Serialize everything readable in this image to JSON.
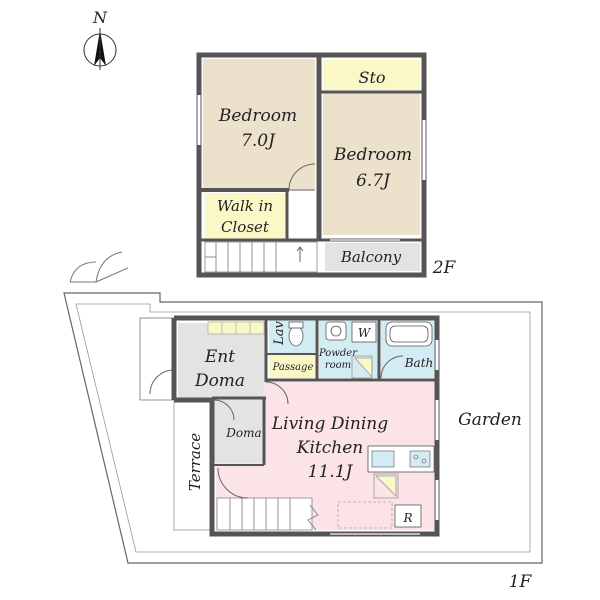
{
  "compass": {
    "north": "N"
  },
  "floor2": {
    "label": "2F",
    "bedroom_a": {
      "name": "Bedroom",
      "size": "7.0J"
    },
    "bedroom_b": {
      "name": "Bedroom",
      "size": "6.7J"
    },
    "storage": "Sto",
    "closet_line1": "Walk in",
    "closet_line2": "Closet",
    "balcony": "Balcony"
  },
  "floor1": {
    "label": "1F",
    "entrance_line1": "Ent",
    "entrance_line2": "Doma",
    "lavatory": "Lav",
    "washer": "W",
    "powder_line1": "Powder",
    "powder_line2": "room",
    "bath": "Bath",
    "passage": "Passage",
    "doma": "Doma",
    "ldk_line1": "Living Dining",
    "ldk_line2": "Kitchen",
    "ldk_size": "11.1J",
    "refrigerator": "R",
    "terrace": "Terrace",
    "garden": "Garden"
  },
  "colors": {
    "bedroom": "#ece2cc",
    "closet": "#fbf8c8",
    "storage": "#fbf8c8",
    "wet_area": "#d3ecf3",
    "ldk": "#fbe3e7",
    "doma": "#e3e3e3",
    "balcony": "#e3e3e3",
    "wall": "#555555"
  }
}
